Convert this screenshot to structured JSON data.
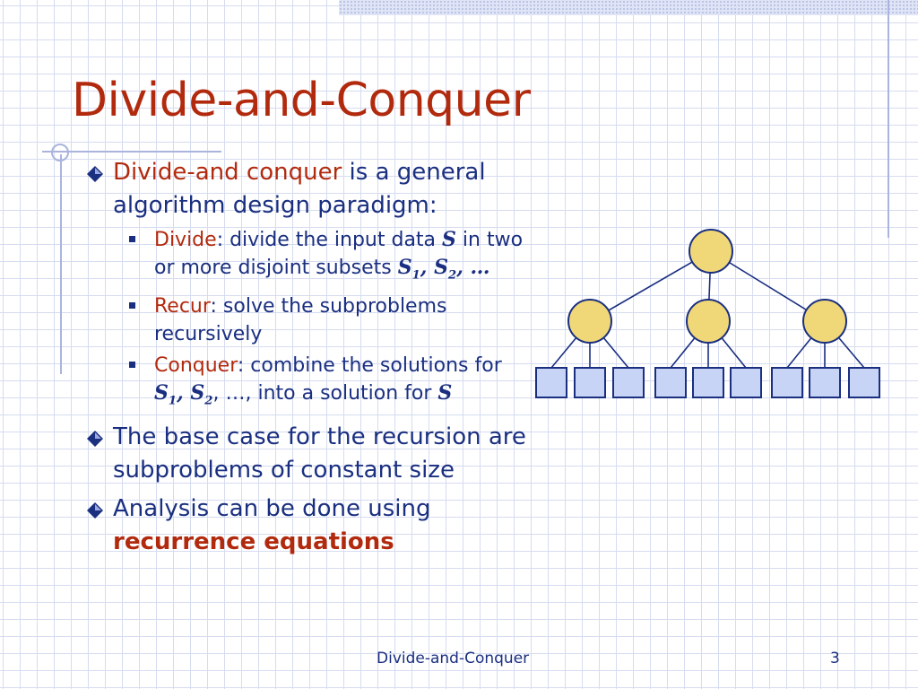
{
  "slide": {
    "title": "Divide-and-Conquer",
    "bullets": [
      {
        "highlight": "Divide-and conquer",
        "text_after": " is a general algorithm design paradigm:",
        "sub_bullets": [
          {
            "label": "Divide",
            "t1": ": divide the input data ",
            "S": "S",
            "t2": " in two or more disjoint subsets ",
            "S1": "S",
            "sub1": "1",
            "comma1": ", ",
            "S2": "S",
            "sub2": "2",
            "tail": ", …"
          },
          {
            "label": "Recur",
            "text": ": solve the subproblems recursively"
          },
          {
            "label": "Conquer",
            "t1": ": combine the solutions for ",
            "S1": "S",
            "sub1": "1",
            "comma1": ", ",
            "S2": "S",
            "sub2": "2",
            "t2": ", …, into a solution for ",
            "S": "S"
          }
        ]
      },
      {
        "text": "The base case for the recursion are subproblems of constant size"
      },
      {
        "text_before": "Analysis can be done using ",
        "bold": "recurrence equations"
      }
    ]
  },
  "footer": {
    "title": "Divide-and-Conquer",
    "page": "3"
  },
  "colors": {
    "title": "#b22a0e",
    "text": "#1a2f80",
    "node_circle": "#f0d878",
    "leaf_square": "#c8d4f6"
  },
  "tree": {
    "levels": 3,
    "root_children": 3,
    "leaves_per_child": 3
  }
}
